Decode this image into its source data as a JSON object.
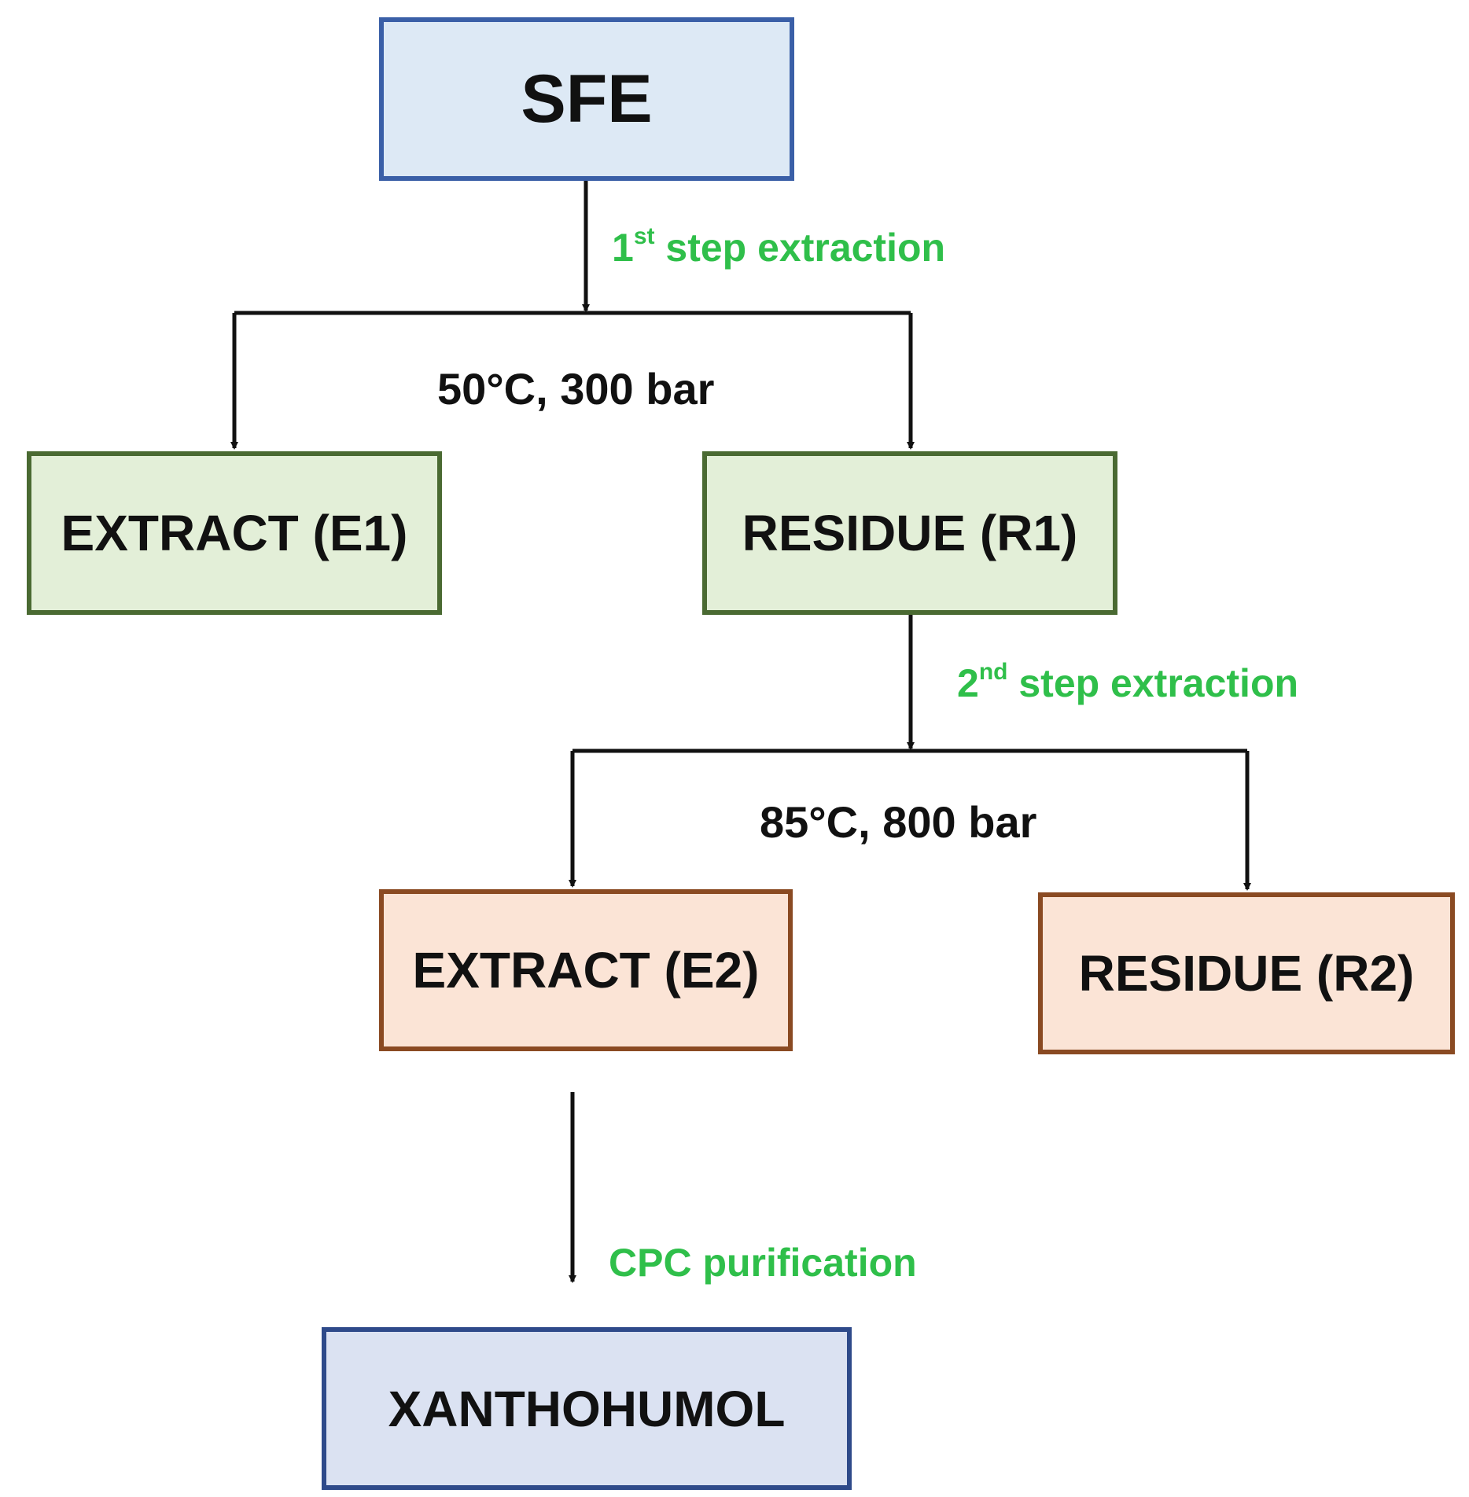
{
  "nodes": {
    "sfe": "SFE",
    "extract_e1": "EXTRACT (E1)",
    "residue_r1": "RESIDUE (R1)",
    "extract_e2": "EXTRACT (E2)",
    "residue_r2": "RESIDUE (R2)",
    "xanthohumol": "XANTHOHUMOL"
  },
  "edges": {
    "step1": {
      "ordinal_number": "1",
      "ordinal_suffix": "st",
      "text": " step extraction"
    },
    "conditions1": "50°C, 300 bar",
    "step2": {
      "ordinal_number": "2",
      "ordinal_suffix": "nd",
      "text": " step extraction"
    },
    "conditions2": "85°C, 800 bar",
    "purification": "CPC purification"
  },
  "colors": {
    "step_label": "#2fbf4a",
    "sfe_border": "#3a5fa7",
    "stage1_border": "#4a6a32",
    "stage2_border": "#8a4a22",
    "product_border": "#2e4a8a"
  }
}
